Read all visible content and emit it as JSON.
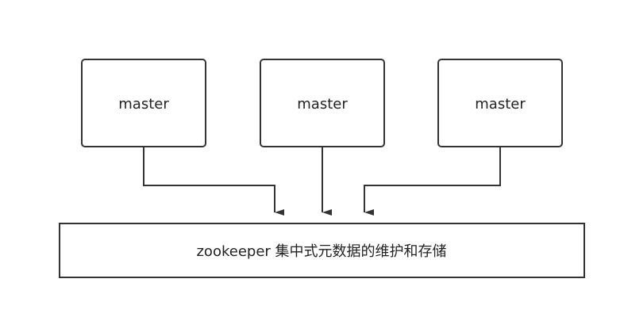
{
  "diagram": {
    "masters": [
      {
        "label": "master"
      },
      {
        "label": "master"
      },
      {
        "label": "master"
      }
    ],
    "store": {
      "label": "zookeeper 集中式元数据的维护和存储"
    },
    "colors": {
      "stroke": "#333333",
      "text": "#222222",
      "background": "#ffffff"
    }
  }
}
